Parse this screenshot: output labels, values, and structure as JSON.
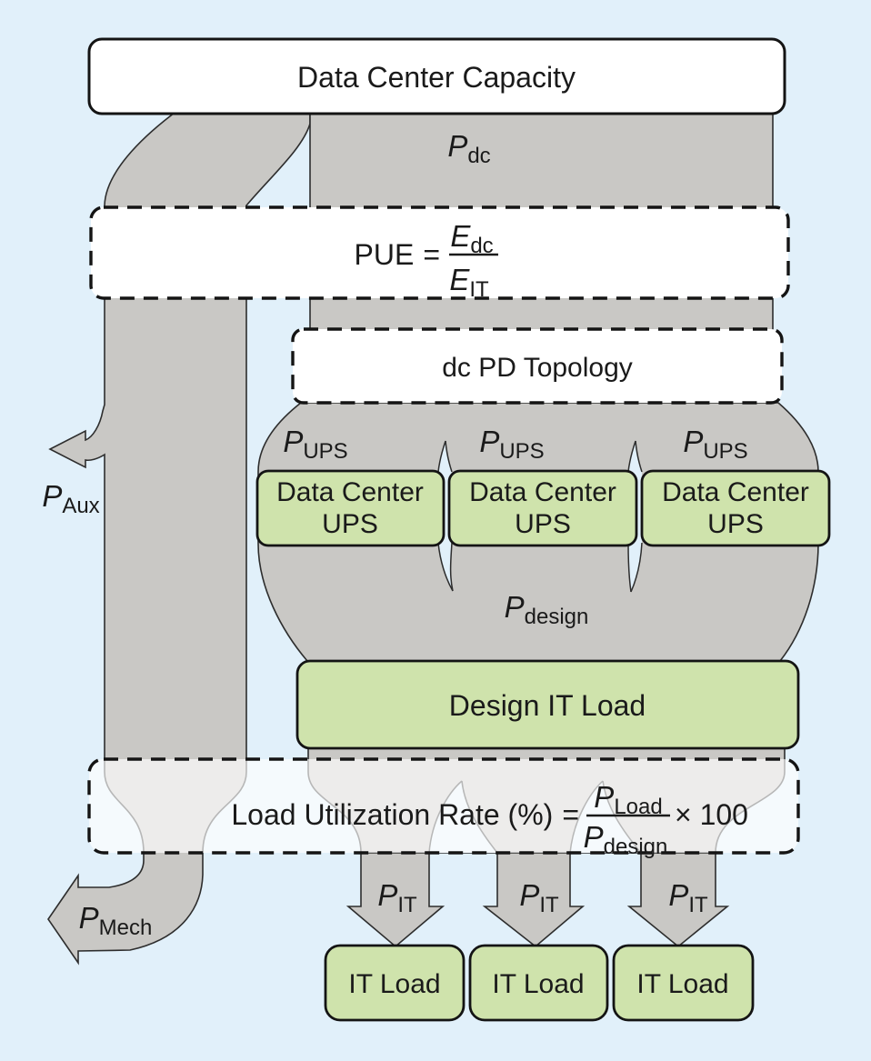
{
  "colors": {
    "background": "#e1f0fa",
    "flow_gray": "#c9c8c5",
    "node_green": "#cfe3ac",
    "line_black": "#141414"
  },
  "boxes": {
    "capacity": "Data Center Capacity",
    "topology": "dc PD Topology",
    "ups": [
      {
        "line1": "Data Center",
        "line2": "UPS"
      },
      {
        "line1": "Data Center",
        "line2": "UPS"
      },
      {
        "line1": "Data Center",
        "line2": "UPS"
      }
    ],
    "design": "Design IT Load",
    "it_loads": [
      "IT Load",
      "IT Load",
      "IT Load"
    ]
  },
  "formulas": {
    "pue": {
      "lhs": "PUE",
      "eq": "=",
      "num": "E",
      "num_sub": "dc",
      "den": "E",
      "den_sub": "IT"
    },
    "lur": {
      "lhs": "Load Utilization Rate (%)",
      "eq": "=",
      "num": "P",
      "num_sub": "Load",
      "den": "P",
      "den_sub": "design",
      "factor": "× 100"
    }
  },
  "flow_labels": {
    "p_dc": {
      "base": "P",
      "sub": "dc"
    },
    "p_ups": [
      {
        "base": "P",
        "sub": "UPS"
      },
      {
        "base": "P",
        "sub": "UPS"
      },
      {
        "base": "P",
        "sub": "UPS"
      }
    ],
    "p_design": {
      "base": "P",
      "sub": "design"
    },
    "p_aux": {
      "base": "P",
      "sub": "Aux"
    },
    "p_mech": {
      "base": "P",
      "sub": "Mech"
    },
    "p_it": [
      {
        "base": "P",
        "sub": "IT"
      },
      {
        "base": "P",
        "sub": "IT"
      },
      {
        "base": "P",
        "sub": "IT"
      }
    ]
  }
}
